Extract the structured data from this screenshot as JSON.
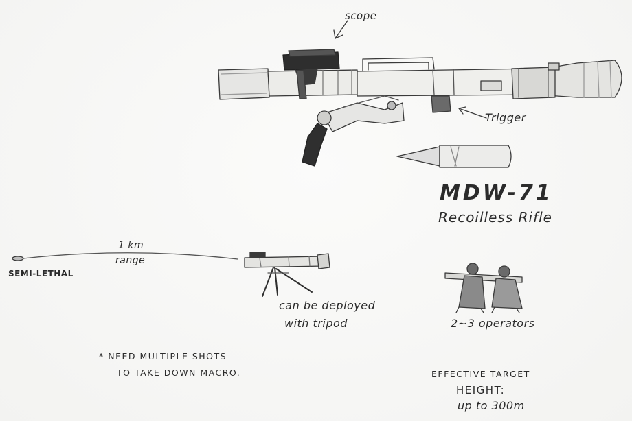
{
  "labels": {
    "scope": "scope",
    "trigger": "Trigger",
    "title": "MDW-71",
    "subtitle": "Recoilless Rifle",
    "range_value": "1 km",
    "range_word": "range",
    "lethality": "SEMI-LETHAL",
    "tripod_line1": "can be deployed",
    "tripod_line2": "with tripod",
    "operators": "2~3 operators",
    "note_line1": "* NEED MULTIPLE SHOTS",
    "note_line2": "TO TAKE DOWN MACRO.",
    "target_line1": "EFFECTIVE TARGET",
    "target_line2": "HEIGHT:",
    "target_line3": "up to 300m"
  },
  "colors": {
    "pencil": "#3a3a3a",
    "shade": "#8a8a8a",
    "paper": "#f7f7f5"
  }
}
